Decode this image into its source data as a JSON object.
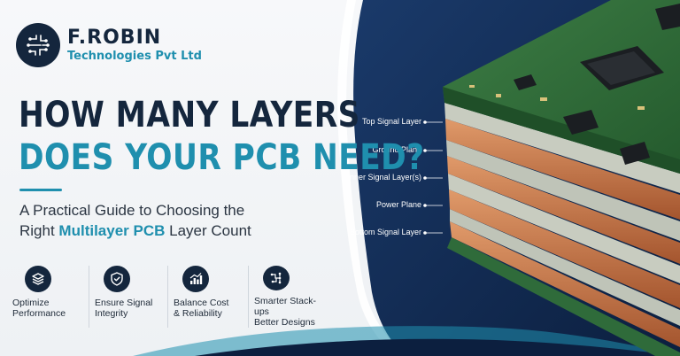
{
  "brand": {
    "name": "F.ROBIN",
    "subtitle": "Technologies Pvt Ltd"
  },
  "headline": {
    "line1": "HOW MANY LAYERS",
    "line2": "DOES YOUR PCB NEED?"
  },
  "subhead": {
    "line1": "A Practical Guide to Choosing the",
    "line2_pre": "Right ",
    "line2_highlight": "Multilayer PCB",
    "line2_post": " Layer Count"
  },
  "features": [
    {
      "icon": "layers-icon",
      "line1": "Optimize",
      "line2": "Performance"
    },
    {
      "icon": "shield-check-icon",
      "line1": "Ensure Signal",
      "line2": "Integrity"
    },
    {
      "icon": "bar-chart-icon",
      "line1": "Balance Cost",
      "line2": "& Reliability"
    },
    {
      "icon": "circuit-icon",
      "line1": "Smarter Stack-ups",
      "line2": "Better Designs"
    }
  ],
  "layers": [
    "Top Signal Layer",
    "Ground Plane",
    "Inner Signal Layer(s)",
    "Power Plane",
    "Bottom Signal Layer"
  ],
  "colors": {
    "navy": "#14263d",
    "teal": "#1f8fae",
    "copper": "#c9784a",
    "pcb_green": "#2f6b3a"
  }
}
